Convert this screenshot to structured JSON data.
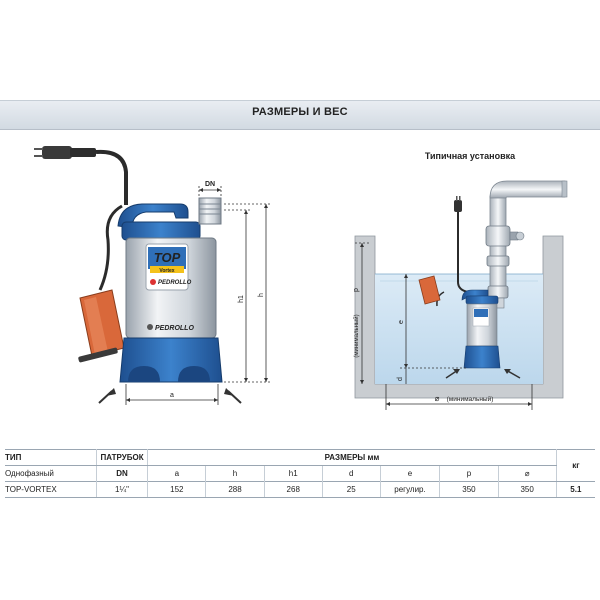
{
  "section_title": "РАЗМЕРЫ И ВЕС",
  "install_title": "Типичная установка",
  "pump": {
    "brand_top": "TOP",
    "brand_sub": "Vortex",
    "logo": "PEDROLLO",
    "logo_icon": "pedrollo-logo-icon"
  },
  "dims": {
    "dn": "DN",
    "a": "a",
    "h": "h",
    "h1": "h1",
    "p": "p",
    "p_note": "(минимальный)",
    "e": "e",
    "d": "d",
    "diam": "⌀",
    "diam_note": "(минимальный)"
  },
  "table": {
    "head1": {
      "type": "ТИП",
      "outlet": "ПАТРУБОК",
      "dims": "РАЗМЕРЫ мм",
      "weight": "кг"
    },
    "head2": {
      "phase": "Однофазный",
      "outlet": "DN",
      "cols": [
        "a",
        "h",
        "h1",
        "d",
        "e",
        "p",
        "⌀"
      ]
    },
    "rows": [
      {
        "model": "TOP-VORTEX",
        "dn": "1¼\"",
        "values": [
          "152",
          "288",
          "268",
          "25",
          "регулир.",
          "350",
          "350"
        ],
        "kg": "5.1"
      }
    ]
  },
  "colors": {
    "pump_blue": "#2f6fb8",
    "float_orange": "#d9683a",
    "water": "#cfe3f2",
    "header_band": "#dde3ea"
  }
}
